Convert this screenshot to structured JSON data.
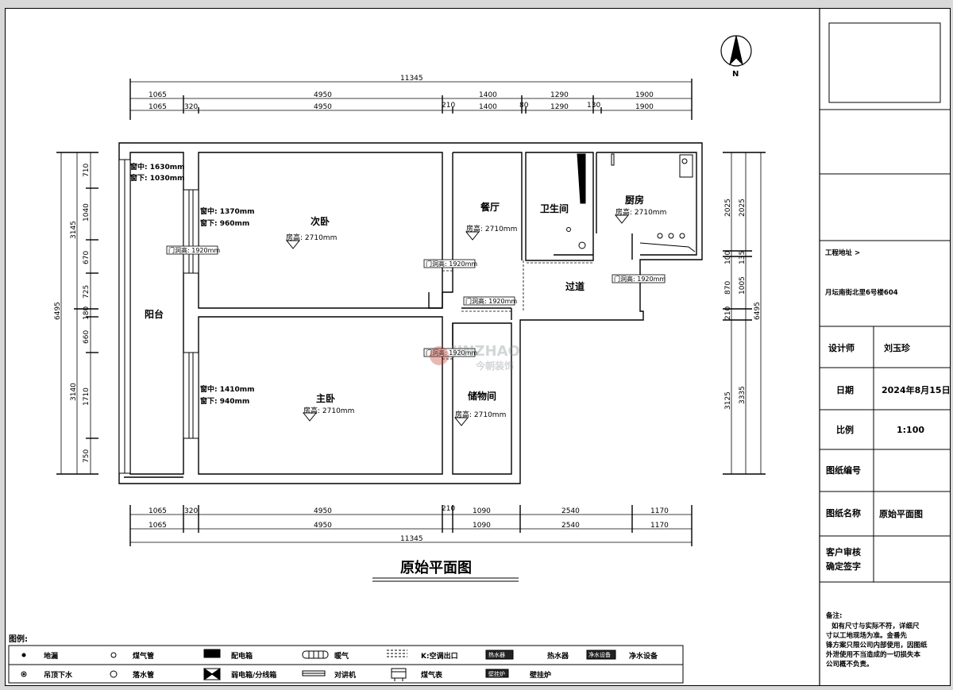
{
  "drawing": {
    "title": "原始平面图",
    "north_label": "N",
    "watermark": {
      "en": "JINZHAO",
      "cn": "今朝装饰"
    }
  },
  "dims_top": {
    "total": "11345",
    "row1": [
      "1065",
      "4950",
      "1400",
      "1290",
      "1900"
    ],
    "row2": [
      "1065",
      "320",
      "4950",
      "210",
      "1400",
      "80",
      "1290",
      "130",
      "1900"
    ]
  },
  "dims_bottom": {
    "total": "11345",
    "row1": [
      "1065",
      "320",
      "4950",
      "210",
      "1090",
      "2540",
      "1170"
    ],
    "row2": [
      "1065",
      "4950",
      "1090",
      "2540",
      "1170"
    ]
  },
  "dims_left": {
    "total": "6495",
    "group1": "3145",
    "group2": "3140",
    "segments": [
      "710",
      "1040",
      "670",
      "725",
      "180",
      "660",
      "1710",
      "750"
    ]
  },
  "dims_right": {
    "total": "6495",
    "inner": [
      "2025",
      "100",
      "870",
      "210",
      "3125"
    ],
    "outer": [
      "2025",
      "135",
      "1005",
      "3335"
    ]
  },
  "rooms": [
    {
      "name": "次卧",
      "height": "房高: 2710mm"
    },
    {
      "name": "主卧",
      "height": "房高: 2710mm"
    },
    {
      "name": "餐厅",
      "height": "房高: 2710mm"
    },
    {
      "name": "卫生间",
      "height": ""
    },
    {
      "name": "厨房",
      "height": "房高: 2710mm"
    },
    {
      "name": "过道",
      "height": ""
    },
    {
      "name": "储物间",
      "height": "房高: 2710mm"
    },
    {
      "name": "阳台",
      "height": ""
    }
  ],
  "windows": {
    "balcony": [
      "窗中: 1630mm",
      "窗下: 1030mm"
    ],
    "second_bedroom": [
      "窗中: 1370mm",
      "窗下: 960mm"
    ],
    "master_bedroom": [
      "窗中: 1410mm",
      "窗下: 940mm"
    ]
  },
  "door_tag": "门洞高: 1920mm",
  "door_tag_short": "1920mm",
  "legend": {
    "title": "图例:",
    "items": [
      "地漏",
      "煤气管",
      "配电箱",
      "暖气",
      "K:空调出口",
      "热水器",
      "净水设备",
      "吊顶下水",
      "落水管",
      "弱电箱/分线箱",
      "对讲机",
      "煤气表",
      "壁挂炉"
    ],
    "box_labels": [
      "热水器",
      "净水设备",
      "壁挂炉"
    ]
  },
  "title_block": {
    "address_label": "工程地址 >",
    "address": "月坛南街北里6号楼604",
    "designer_label": "设计师",
    "designer": "刘玉珍",
    "date_label": "日期",
    "date": "2024年8月15日",
    "scale_label": "比例",
    "scale": "1:100",
    "drawing_no_label": "图纸编号",
    "drawing_no": "",
    "drawing_name_label": "图纸名称",
    "drawing_name": "原始平面图",
    "approval_label_1": "客户审核",
    "approval_label_2": "确定签字",
    "notes_title": "备注:",
    "notes": [
      "如有尺寸与实际不符，详细尺",
      "寸以工地现场为准。金番先",
      "锋方案只限公司内部使用，因图纸",
      "外泄使用不当造成的一切损失本",
      "公司概不负责。"
    ]
  }
}
